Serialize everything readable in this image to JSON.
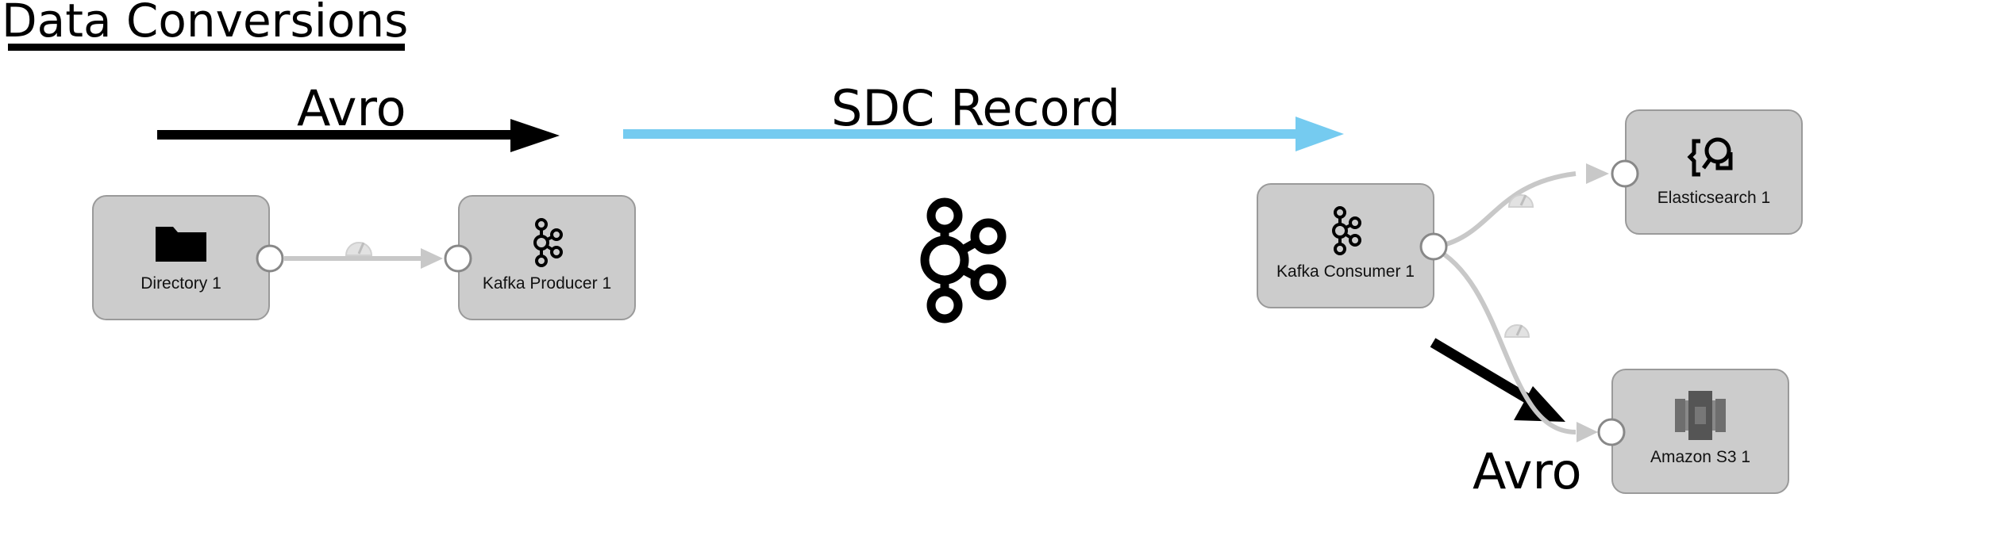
{
  "diagram": {
    "title": "Data Conversions",
    "format_labels": {
      "avro_left": "Avro",
      "sdc_record": "SDC Record",
      "avro_bottom": "Avro"
    },
    "center_icon": "kafka-logo-icon",
    "stages": [
      {
        "id": "directory",
        "label": "Directory 1",
        "icon": "folder-icon"
      },
      {
        "id": "kafka-producer",
        "label": "Kafka Producer 1",
        "icon": "kafka-icon"
      },
      {
        "id": "kafka-consumer",
        "label": "Kafka Consumer 1",
        "icon": "kafka-icon"
      },
      {
        "id": "elasticsearch",
        "label": "Elasticsearch 1",
        "icon": "elasticsearch-icon"
      },
      {
        "id": "amazon-s3",
        "label": "Amazon S3 1",
        "icon": "amazon-s3-icon"
      }
    ],
    "colors": {
      "avro_arrow": "#000000",
      "sdc_arrow": "#75cbf0",
      "stage_fill": "#cccccc",
      "stage_border": "#9a9a9a",
      "connector": "#c8c8c8"
    }
  }
}
